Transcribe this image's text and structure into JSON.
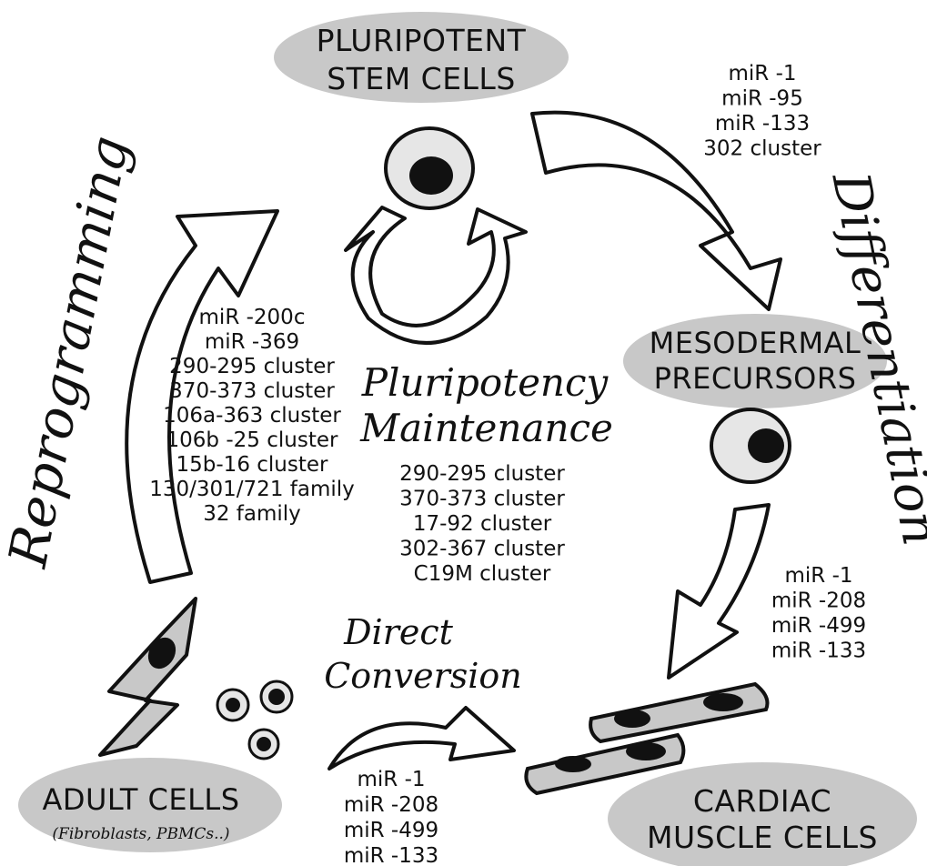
{
  "nodes": {
    "pluripotent": {
      "line1": "PLURIPOTENT",
      "line2": "STEM CELLS"
    },
    "mesodermal": {
      "line1": "MESODERMAL",
      "line2": "PRECURSORS"
    },
    "cardiac": {
      "line1": "CARDIAC",
      "line2": "MUSCLE CELLS"
    },
    "adult": {
      "line1": "ADULT CELLS",
      "sub": "(Fibroblasts, PBMCs..)"
    }
  },
  "processes": {
    "reprogramming": "Reprogramming",
    "differentiation": "Differentiation",
    "maintenance_line1": "Pluripotency",
    "maintenance_line2": "Maintenance",
    "direct_line1": "Direct",
    "direct_line2": "Conversion"
  },
  "mirna_lists": {
    "stem_to_meso": [
      "miR -1",
      "miR -95",
      "miR -133",
      "302 cluster"
    ],
    "meso_to_cardiac": [
      "miR -1",
      "miR -208",
      "miR -499",
      "miR -133"
    ],
    "reprogramming": [
      "miR -200c",
      "miR -369",
      "290-295 cluster",
      "370-373 cluster",
      "106a-363 cluster",
      "106b -25 cluster",
      "15b-16 cluster",
      "130/301/721 family",
      "32 family"
    ],
    "maintenance": [
      "290-295 cluster",
      "370-373 cluster",
      "17-92 cluster",
      "302-367 cluster",
      "C19M cluster"
    ],
    "direct_conversion": [
      "miR -1",
      "miR -208",
      "miR -499",
      "miR -133"
    ]
  },
  "colors": {
    "ellipse_fill": "#c8c8c8",
    "cell_fill": "#e6e6e6",
    "nucleus": "#111111",
    "stroke": "#111111"
  }
}
